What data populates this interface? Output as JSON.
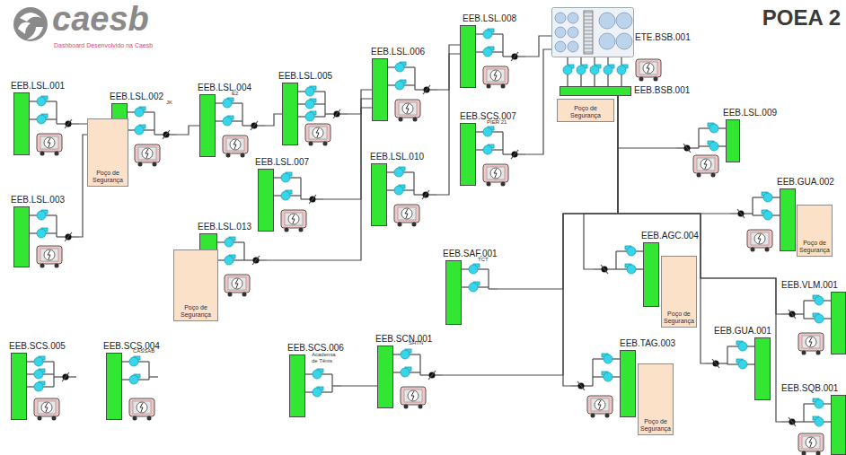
{
  "diagram": {
    "title": "POEA 2",
    "nodes": [
      {
        "text": [
          "EEB.LSL.001"
        ]
      },
      {
        "text": [
          "EEB.LSL.002",
          "JK"
        ]
      },
      {
        "text": [
          "Poço de Segurança"
        ]
      },
      {
        "text": [
          "EEB.LSL.003"
        ]
      },
      {
        "text": [
          "EEB.LSL.004",
          "E2"
        ]
      },
      {
        "text": [
          "EEB.LSL.005"
        ]
      },
      {
        "text": [
          "EEB.LSL.006"
        ]
      },
      {
        "text": [
          "EEB.LSL.007"
        ]
      },
      {
        "text": [
          "EEB.LSL.013"
        ]
      },
      {
        "text": [
          "Poço de Segurança"
        ]
      },
      {
        "text": [
          "EEB.LSL.010"
        ]
      },
      {
        "text": [
          "EEB.LSL.008"
        ]
      },
      {
        "text": [
          "EEB.SCS.007",
          "PIER 21"
        ]
      },
      {
        "text": [
          "ETE.BSB.001"
        ]
      },
      {
        "text": [
          "EEB.BSB.001"
        ]
      },
      {
        "text": [
          "Poço de Segurança"
        ]
      },
      {
        "text": [
          "EEB.LSL.009"
        ]
      },
      {
        "text": [
          "EEB.GUA.002"
        ]
      },
      {
        "text": [
          "Poço de Segurança"
        ]
      },
      {
        "text": [
          "EEB.AGC.004"
        ]
      },
      {
        "text": [
          "Poço de Segurança"
        ]
      },
      {
        "text": [
          "EEB.SAF.001",
          "TCT"
        ]
      },
      {
        "text": [
          "EEB.VLM.001"
        ]
      },
      {
        "text": [
          "EEB.SCS.005"
        ]
      },
      {
        "text": [
          "EEB.SCS.004",
          "CASSAB"
        ]
      },
      {
        "text": [
          "EEB.SCS.006",
          "Academia de Tênis"
        ]
      },
      {
        "text": [
          "EEB.SCN.001",
          "SHTN"
        ]
      },
      {
        "text": [
          "EEB.TAG.003"
        ]
      },
      {
        "text": [
          "Poço de Segurança"
        ]
      },
      {
        "text": [
          "EEB.GUA.001"
        ]
      },
      {
        "text": [
          "EEB.SQB.001"
        ]
      }
    ],
    "edges": [
      {
        "from": 0,
        "to": 1,
        "arrow": "none"
      },
      {
        "from": 3,
        "to": 1,
        "arrow": "none"
      },
      {
        "from": 1,
        "to": 4,
        "arrow": "none"
      },
      {
        "from": 4,
        "to": 5,
        "arrow": "none"
      },
      {
        "from": 5,
        "to": 6,
        "arrow": "none"
      },
      {
        "from": 7,
        "to": 6,
        "arrow": "none"
      },
      {
        "from": 8,
        "to": 6,
        "arrow": "none"
      },
      {
        "from": 6,
        "to": 11,
        "arrow": "none"
      },
      {
        "from": 10,
        "to": 11,
        "arrow": "none"
      },
      {
        "from": 11,
        "to": 13,
        "arrow": "none"
      },
      {
        "from": 12,
        "to": 13,
        "arrow": "none"
      },
      {
        "from": 16,
        "to": 14,
        "arrow": "none"
      },
      {
        "from": 17,
        "to": 14,
        "arrow": "none"
      },
      {
        "from": 19,
        "to": 14,
        "arrow": "none"
      },
      {
        "from": 21,
        "to": 14,
        "arrow": "none"
      },
      {
        "from": 22,
        "to": 14,
        "arrow": "none"
      },
      {
        "from": 26,
        "to": 14,
        "arrow": "none"
      },
      {
        "from": 25,
        "to": 26,
        "arrow": "none"
      },
      {
        "from": 27,
        "to": 14,
        "arrow": "none"
      },
      {
        "from": 29,
        "to": 14,
        "arrow": "none"
      },
      {
        "from": 30,
        "to": 14,
        "arrow": "none"
      }
    ],
    "labels": [
      "caesb",
      "Dashboard Desenvolvido na Caesb"
    ]
  }
}
